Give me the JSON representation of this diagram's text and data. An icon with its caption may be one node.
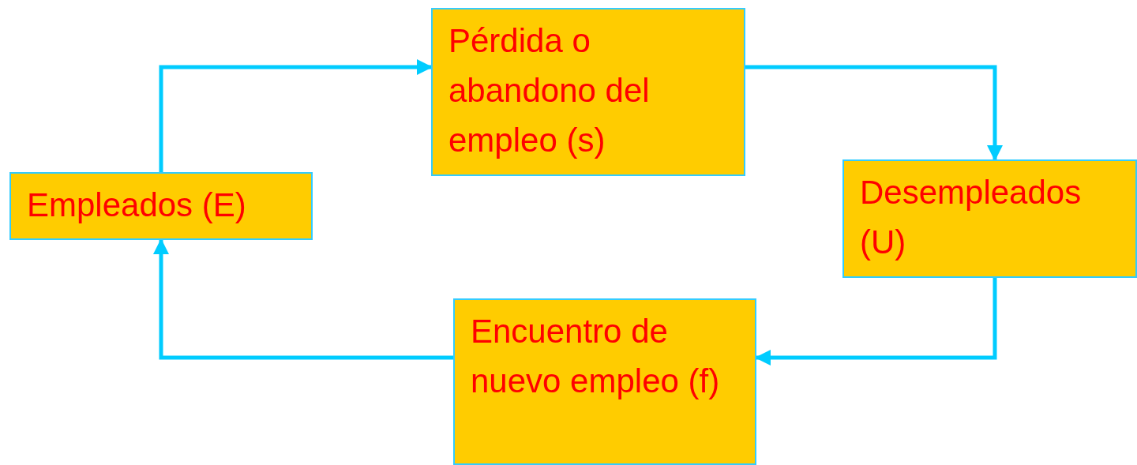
{
  "diagram": {
    "nodes": [
      {
        "text": [
          "Empleados (E)"
        ]
      },
      {
        "text": [
          "Pérdida o abandono del empleo (s)"
        ]
      },
      {
        "text": [
          "Desempleados (U)"
        ]
      },
      {
        "text": [
          "Encuentro de nuevo empleo (f)"
        ]
      }
    ],
    "edges": [
      {
        "from": 0,
        "to": 1,
        "arrow": "to"
      },
      {
        "from": 1,
        "to": 2,
        "arrow": "to"
      },
      {
        "from": 2,
        "to": 3,
        "arrow": "to"
      },
      {
        "from": 3,
        "to": 0,
        "arrow": "to"
      }
    ]
  }
}
